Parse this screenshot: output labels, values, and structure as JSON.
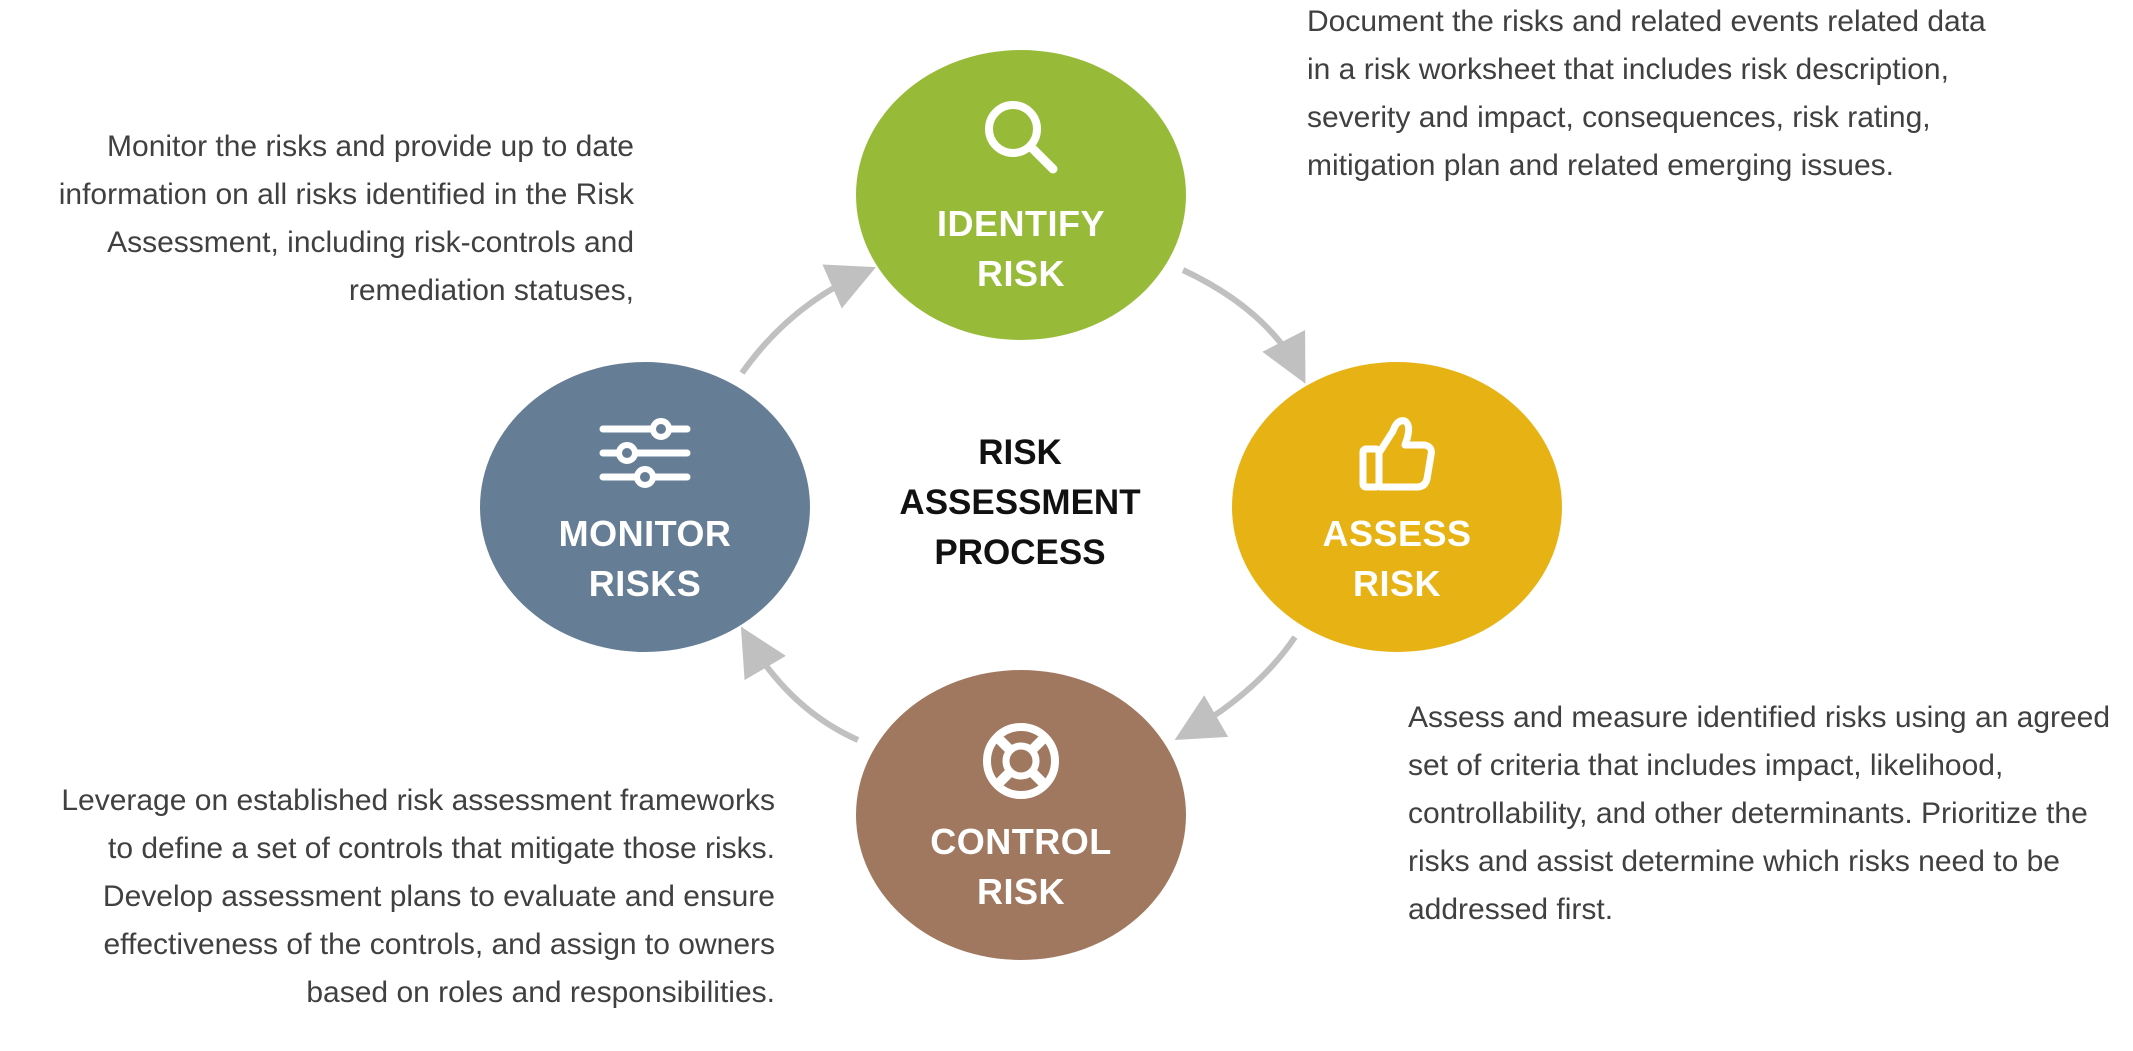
{
  "center_title": [
    "RISK",
    "ASSESSMENT",
    "PROCESS"
  ],
  "nodes": {
    "identify": {
      "lines": [
        "IDENTIFY",
        "RISK"
      ],
      "color": "#97bb38",
      "icon": "magnifying-glass-icon",
      "description": "Document the risks and related events related data in a risk worksheet that includes risk description, severity and impact, consequences, risk rating, mitigation plan and related emerging issues."
    },
    "assess": {
      "lines": [
        "ASSESS",
        "RISK"
      ],
      "color": "#e7b214",
      "icon": "thumbs-up-icon",
      "description": "Assess and measure identified risks using an agreed set of criteria that includes impact, likelihood, controllability, and other determinants. Prioritize the risks and assist determine which risks need to be addressed first."
    },
    "control": {
      "lines": [
        "CONTROL",
        "RISK"
      ],
      "color": "#a07860",
      "icon": "lifebuoy-icon",
      "description": "Leverage on established risk assessment frameworks to define a set of controls that mitigate those risks. Develop assessment plans to evaluate and ensure effectiveness of the controls, and assign to owners based on roles and responsibilities."
    },
    "monitor": {
      "lines": [
        "MONITOR",
        "RISKS"
      ],
      "color": "#667e95",
      "icon": "sliders-icon",
      "description": "Monitor the risks and provide up to date information on all risks identified in the Risk Assessment, including risk-controls and remediation statuses,"
    }
  },
  "arrow_color": "#c0c0c0"
}
